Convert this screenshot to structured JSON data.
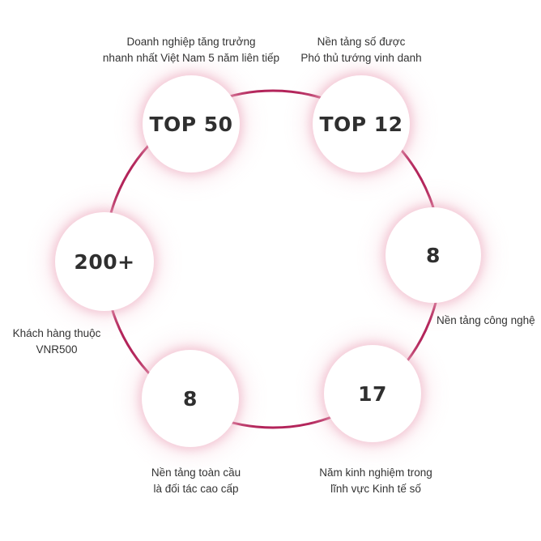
{
  "accent_color": "#b3245a",
  "stats": [
    {
      "value": "TOP 50",
      "caption": [
        "Doanh nghiệp tăng trưởng",
        "nhanh nhất Việt Nam 5 năm liên tiếp"
      ]
    },
    {
      "value": "TOP 12",
      "caption": [
        "Nền tảng số được",
        "Phó thủ tướng vinh danh"
      ]
    },
    {
      "value": "8",
      "caption": [
        "Nền tảng công nghệ"
      ]
    },
    {
      "value": "17",
      "caption": [
        "Năm kinh nghiệm trong",
        "lĩnh vực Kinh tế số"
      ]
    },
    {
      "value": "8",
      "caption": [
        "Nền tảng toàn cầu",
        "là đối tác cao cấp"
      ]
    },
    {
      "value": "200+",
      "caption": [
        "Khách hàng thuộc",
        "VNR500"
      ]
    }
  ]
}
